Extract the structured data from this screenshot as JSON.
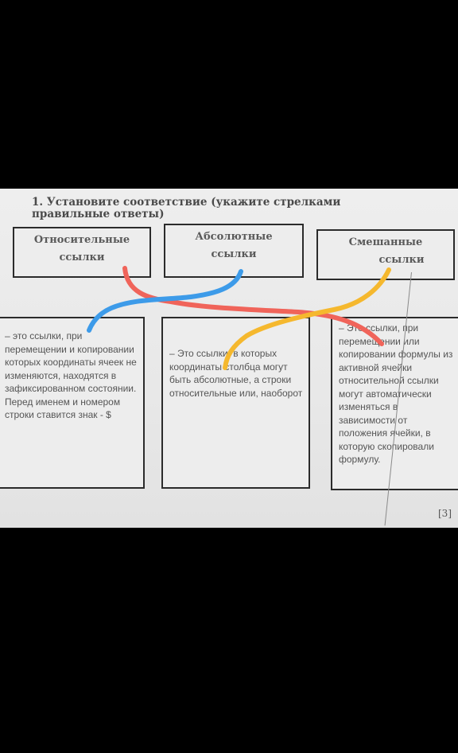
{
  "question": {
    "title": "1. Установите соответствие (укажите стрелками правильные ответы)"
  },
  "top_boxes": [
    {
      "line1": "Относительные",
      "line2": "ссылки"
    },
    {
      "line1": "Абсолютные",
      "line2": "ссылки"
    },
    {
      "line1": "Смешанные",
      "line2": "ссылки"
    }
  ],
  "descriptions": [
    "– это ссылки, при перемещении и копировании которых координаты ячеек не изменяются, находятся в зафиксированном состоянии. Перед именем и номером строки ставится знак - $",
    "– Это ссылки, в которых координаты столбца могут быть абсолютные, а строки относительные или, наоборот",
    "– Это ссылки, при перемещении или копировании формулы из активной ячейки относительной ссылки могут автоматически изменяться в зависимости от положения ячейки, в которую скопировали формулу."
  ],
  "page_number": "[3]",
  "ink_colors": {
    "blue": "#3d9be9",
    "red": "#f0645a",
    "orange": "#f5b82e"
  }
}
